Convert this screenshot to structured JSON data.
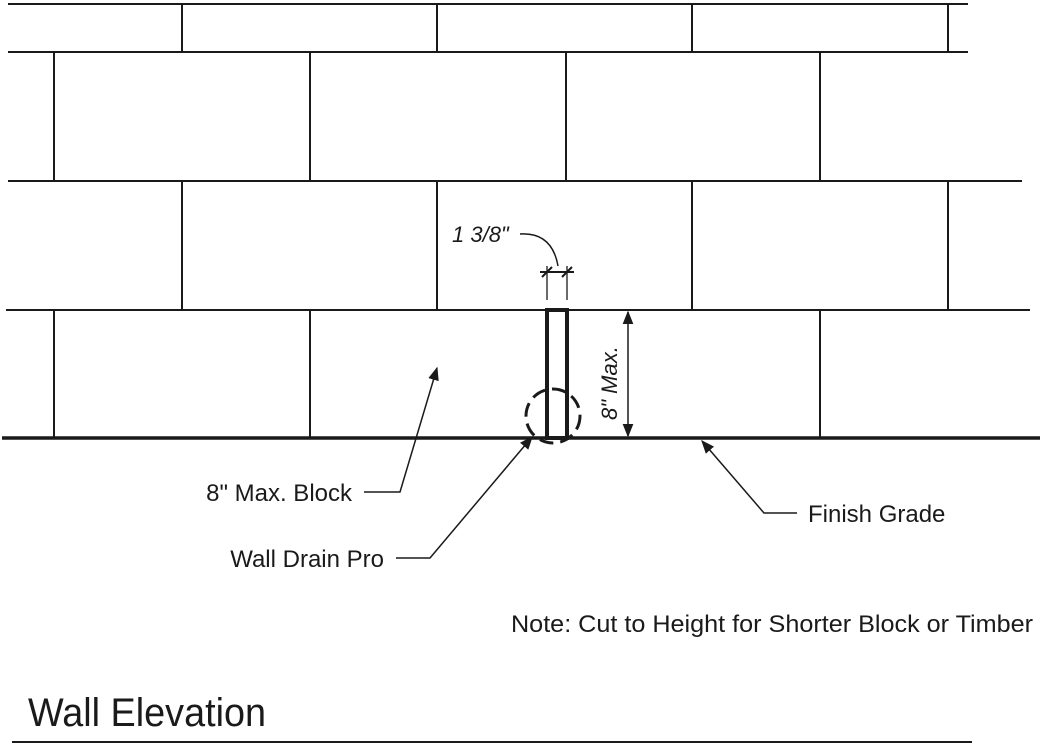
{
  "title": "Wall Elevation",
  "labels": {
    "block": "8\" Max. Block",
    "drain": "Wall Drain Pro",
    "grade": "Finish Grade",
    "width_dim": "1 3/8\"",
    "height_dim": "8\" Max.",
    "note": "Note: Cut to Height for Shorter Block or Timber"
  },
  "colors": {
    "line": "#1a1a1a",
    "background": "#ffffff"
  }
}
